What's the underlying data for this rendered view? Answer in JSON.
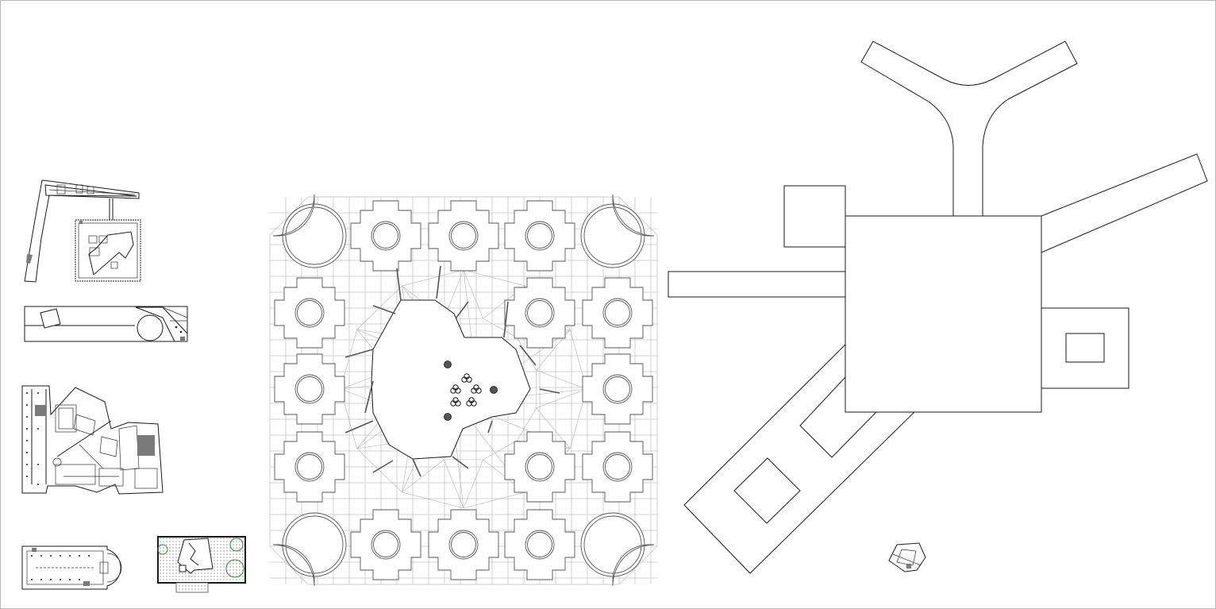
{
  "canvas": {
    "background": "#ffffff",
    "line_color": "#1a1a1a",
    "grid_color": "#c4c4c4",
    "accent_circle_color": "#2f8f3a"
  },
  "drawings": [
    {
      "id": "plan-small-angled",
      "kind": "floor-plan"
    },
    {
      "id": "section-elevation",
      "kind": "elevation"
    },
    {
      "id": "plan-irregular",
      "kind": "floor-plan"
    },
    {
      "id": "plan-linear-apse",
      "kind": "floor-plan"
    },
    {
      "id": "plan-garden",
      "kind": "site-plan"
    },
    {
      "id": "plan-grid-court",
      "kind": "floor-plan"
    },
    {
      "id": "site-massing",
      "kind": "site-plan"
    },
    {
      "id": "small-footprint",
      "kind": "footprint"
    }
  ]
}
